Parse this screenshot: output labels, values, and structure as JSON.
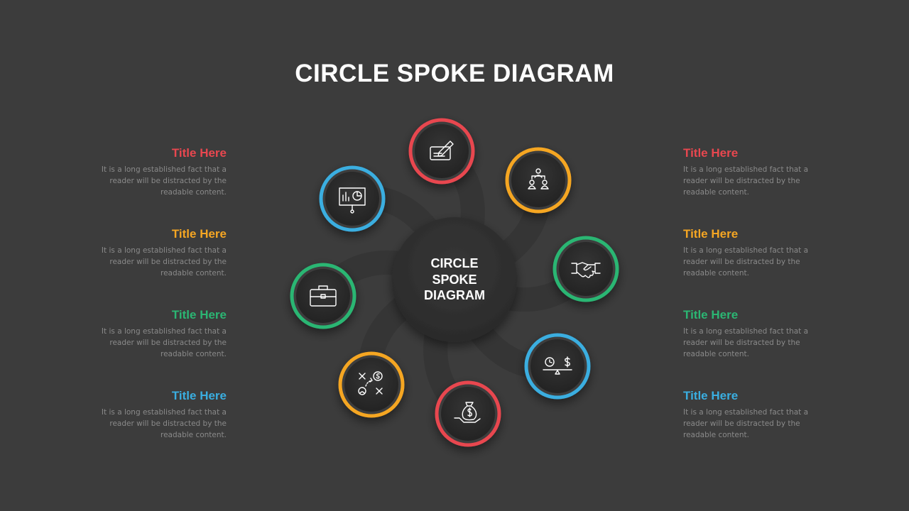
{
  "title": "CIRCLE SPOKE DIAGRAM",
  "center": {
    "lines": [
      "CIRCLE",
      "SPOKE",
      "DIAGRAM"
    ]
  },
  "colors": {
    "red": "#e8474f",
    "orange": "#f5a623",
    "green": "#2bb673",
    "blue": "#3aaee0",
    "background": "#3c3c3c",
    "node_fill": "#2a2a2a"
  },
  "nodes": [
    {
      "icon": "pen-paper-icon",
      "color": "red"
    },
    {
      "icon": "team-hierarchy-icon",
      "color": "orange"
    },
    {
      "icon": "handshake-icon",
      "color": "green"
    },
    {
      "icon": "time-money-balance-icon",
      "color": "blue"
    },
    {
      "icon": "money-bag-hand-icon",
      "color": "red"
    },
    {
      "icon": "strategy-plan-icon",
      "color": "orange"
    },
    {
      "icon": "briefcase-icon",
      "color": "green"
    },
    {
      "icon": "presentation-chart-icon",
      "color": "blue"
    }
  ],
  "left_items": [
    {
      "title": "Title Here",
      "color": "red",
      "desc": "It is a long established fact that a reader will be distracted by the readable content."
    },
    {
      "title": "Title Here",
      "color": "orange",
      "desc": "It is a long established fact that a reader will be distracted by the readable content."
    },
    {
      "title": "Title Here",
      "color": "green",
      "desc": "It is a long established fact that a reader will be distracted by the readable content."
    },
    {
      "title": "Title Here",
      "color": "blue",
      "desc": "It is a long established fact that a reader will be distracted by the readable content."
    }
  ],
  "right_items": [
    {
      "title": "Title Here",
      "color": "red",
      "desc": "It is a long established fact that a reader will be distracted by the readable content."
    },
    {
      "title": "Title Here",
      "color": "orange",
      "desc": "It is a long established fact that a reader will be distracted by the readable content."
    },
    {
      "title": "Title Here",
      "color": "green",
      "desc": "It is a long established fact that a reader will be distracted by the readable content."
    },
    {
      "title": "Title Here",
      "color": "blue",
      "desc": "It is a long established fact that a reader will be distracted by the readable content."
    }
  ]
}
